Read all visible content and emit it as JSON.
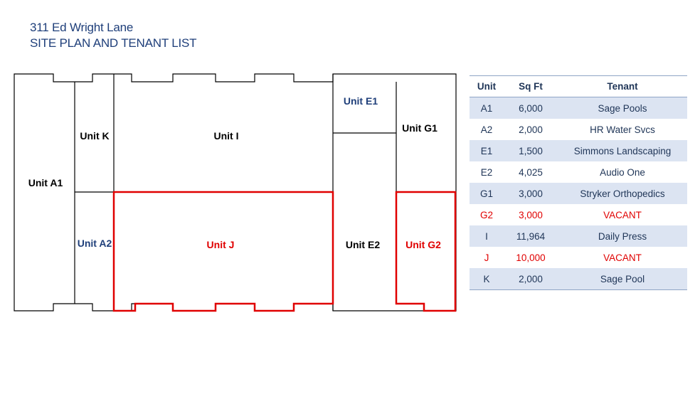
{
  "header": {
    "address": "311 Ed Wright Lane",
    "subtitle": "SITE PLAN AND TENANT LIST"
  },
  "site_plan": {
    "units": {
      "a1": "Unit A1",
      "k": "Unit K",
      "a2": "Unit A2",
      "i": "Unit I",
      "j": "Unit J",
      "e1": "Unit E1",
      "e2": "Unit E2",
      "g1": "Unit G1",
      "g2": "Unit G2"
    }
  },
  "tenant_table": {
    "headers": [
      "Unit",
      "Sq Ft",
      "Tenant"
    ],
    "rows": [
      {
        "unit": "A1",
        "sqft": "6,000",
        "tenant": "Sage Pools",
        "vacant": false
      },
      {
        "unit": "A2",
        "sqft": "2,000",
        "tenant": "HR Water Svcs",
        "vacant": false
      },
      {
        "unit": "E1",
        "sqft": "1,500",
        "tenant": "Simmons Landscaping",
        "vacant": false
      },
      {
        "unit": "E2",
        "sqft": "4,025",
        "tenant": "Audio One",
        "vacant": false
      },
      {
        "unit": "G1",
        "sqft": "3,000",
        "tenant": "Stryker Orthopedics",
        "vacant": false
      },
      {
        "unit": "G2",
        "sqft": "3,000",
        "tenant": "VACANT",
        "vacant": true
      },
      {
        "unit": "I",
        "sqft": "11,964",
        "tenant": "Daily Press",
        "vacant": false
      },
      {
        "unit": "J",
        "sqft": "10,000",
        "tenant": "VACANT",
        "vacant": true
      },
      {
        "unit": "K",
        "sqft": "2,000",
        "tenant": "Sage Pool",
        "vacant": false
      }
    ]
  },
  "colors": {
    "title": "#1f3f7a",
    "vacant": "#e00000",
    "table_text": "#1f3557",
    "row_shade": "#dce4f2",
    "rule": "#8fa5c6"
  }
}
